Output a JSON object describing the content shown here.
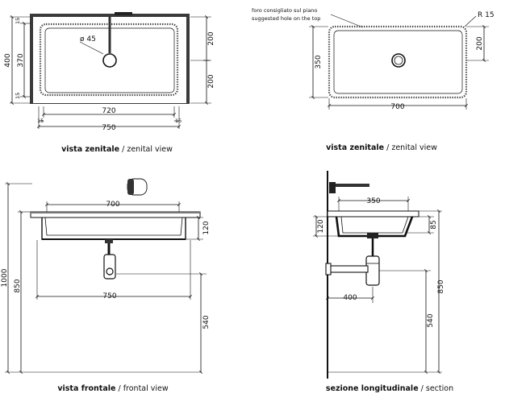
{
  "views": {
    "top_left": {
      "caption_bold": "vista zenitale",
      "caption_light": " / zenital view",
      "dim_width_outer": "750",
      "dim_width_inner": "720",
      "dim_edge_left": "15",
      "dim_edge_right": "15",
      "dim_depth_outer": "400",
      "dim_depth_inner": "370",
      "dim_edge_top": "15",
      "dim_edge_bottom": "15",
      "dim_hole": "ø 45",
      "dim_right_top": "200",
      "dim_right_bottom": "200"
    },
    "top_right": {
      "caption_bold": "vista zenitale",
      "caption_light": " / zenital view",
      "note_line1": "foro consigliato sul piano",
      "note_line2": "suggested hole on the top",
      "dim_radius": "R 15",
      "dim_right": "200",
      "dim_left": "350",
      "dim_width": "700"
    },
    "bottom_left": {
      "caption_bold": "vista frontale",
      "caption_light": " / frontal view",
      "dim_top": "700",
      "dim_basin": "120",
      "dim_total": "1000",
      "dim_height": "850",
      "dim_width": "750",
      "dim_floor": "540"
    },
    "bottom_right": {
      "caption_bold": "sezione longitudinale",
      "caption_light": " / section",
      "dim_top": "350",
      "dim_left": "120",
      "dim_right": "85",
      "dim_trap": "400",
      "dim_height": "850",
      "dim_floor": "540"
    }
  }
}
